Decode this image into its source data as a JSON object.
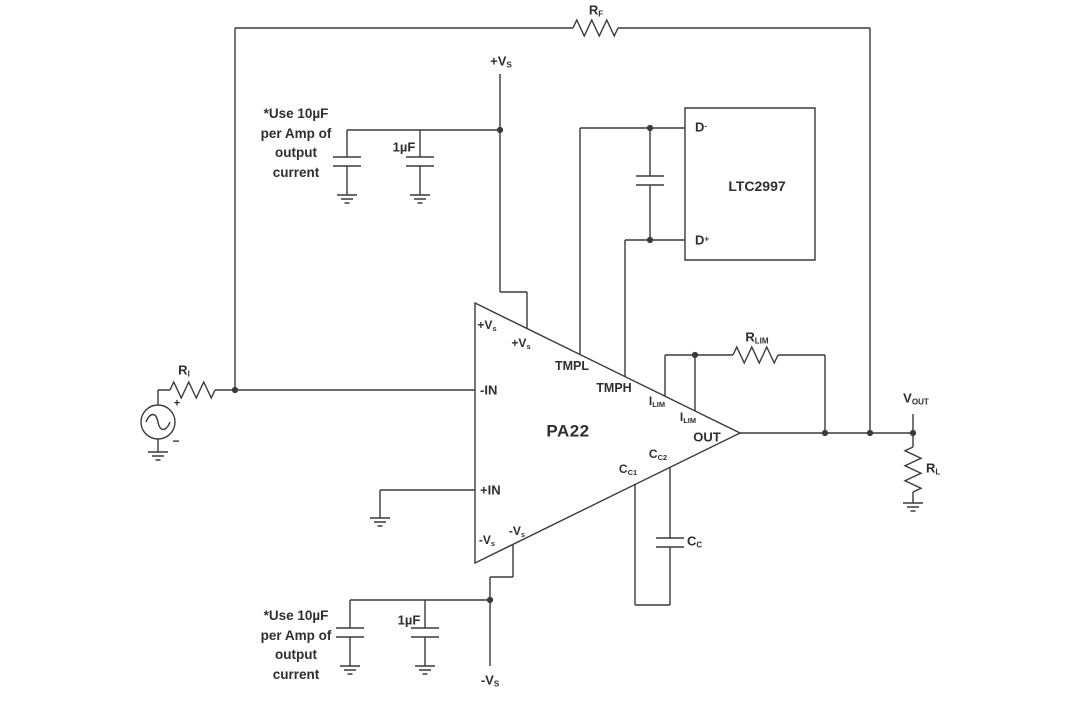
{
  "diagram": {
    "colors": {
      "background": "#ffffff",
      "stroke": "#3a3a3a",
      "text": "#2f2f2f"
    },
    "labels": {
      "rf": {
        "m": "R",
        "s": "F"
      },
      "vs_top": {
        "m": "+V",
        "s": "S"
      },
      "note": "*Use 10µF\nper Amp of\noutput\ncurrent",
      "cap_value": "1µF",
      "ltc_name": "LTC2997",
      "d_minus": {
        "m": "D",
        "s": "-"
      },
      "d_plus": {
        "m": "D",
        "s": "+"
      },
      "ri": {
        "m": "R",
        "s": "I"
      },
      "src_plus": "+",
      "src_minus": "−",
      "pa22": "PA22",
      "vs_pin": {
        "m": "+V",
        "s": "s"
      },
      "neg_vs_pin": {
        "m": "-V",
        "s": "s"
      },
      "tmpl": "TMPL",
      "tmph": "TMPH",
      "neg_in": "-IN",
      "pos_in": "+IN",
      "ilim": {
        "m": "I",
        "s": "LIM"
      },
      "out": "OUT",
      "cc1": {
        "m": "C",
        "s": "C1"
      },
      "cc2": {
        "m": "C",
        "s": "C2"
      },
      "rlim": {
        "m": "R",
        "s": "LIM"
      },
      "vout": {
        "m": "V",
        "s": "OUT"
      },
      "rl": {
        "m": "R",
        "s": "L"
      },
      "cc": {
        "m": "C",
        "s": "C"
      },
      "vs_bottom": {
        "m": "-V",
        "s": "S"
      }
    }
  }
}
